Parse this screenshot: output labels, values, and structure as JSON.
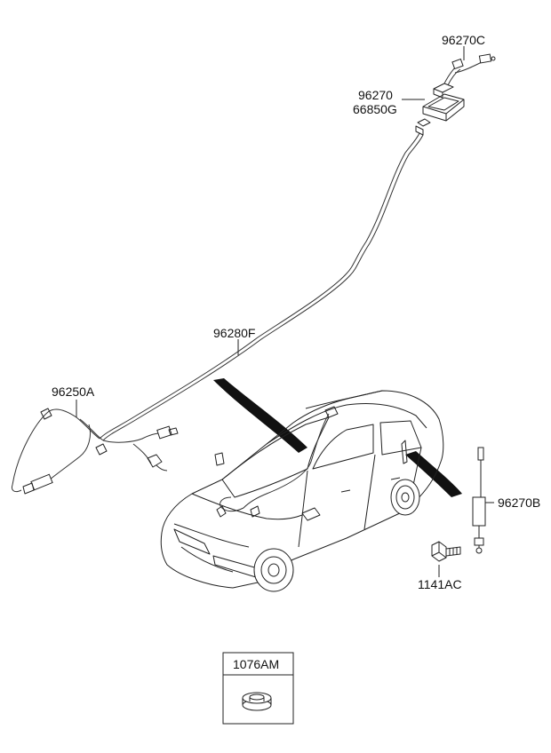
{
  "parts": {
    "p96270c": "96270C",
    "p96270": "96270",
    "p66850g": "66850G",
    "p96280f": "96280F",
    "p96250a": "96250A",
    "p96270b": "96270B",
    "p1141ac": "1141AC"
  },
  "legend_box": {
    "part_no": "1076AM"
  }
}
